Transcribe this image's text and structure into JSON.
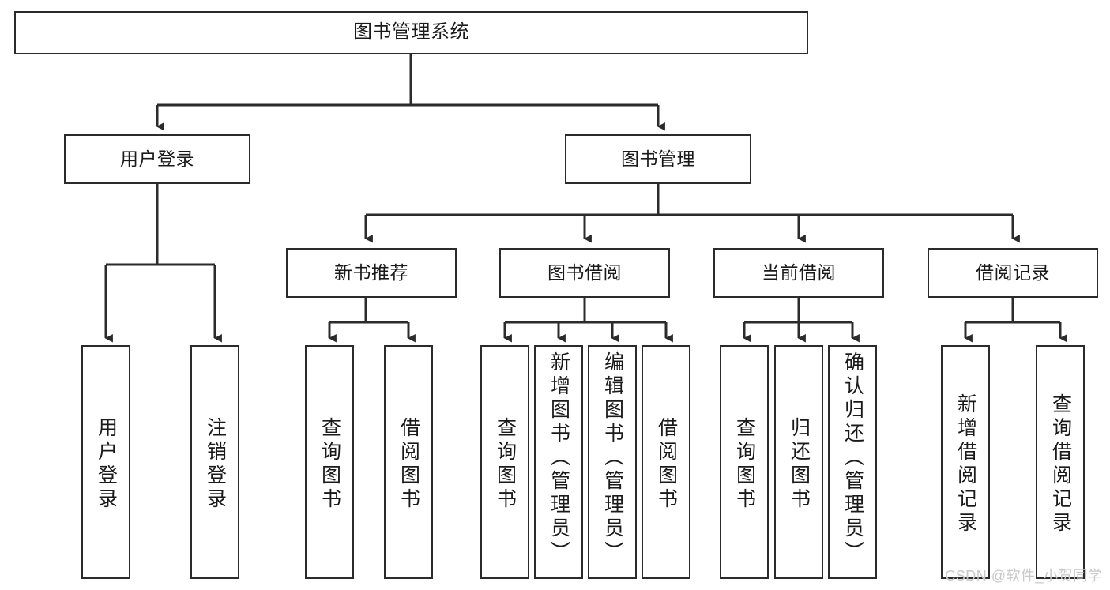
{
  "diagram": {
    "type": "tree",
    "title": "图书管理系统",
    "orientation": "top-down",
    "colors": {
      "box_border": "#2b2b2b",
      "box_fill": "#ffffff",
      "connector": "#2b2b2b",
      "text": "#1a1a1a",
      "watermark": "#c9c9c9"
    },
    "root": {
      "label": "图书管理系统"
    },
    "level2": [
      {
        "label": "用户登录"
      },
      {
        "label": "图书管理"
      }
    ],
    "level3": [
      {
        "label": "新书推荐"
      },
      {
        "label": "图书借阅"
      },
      {
        "label": "当前借阅"
      },
      {
        "label": "借阅记录"
      }
    ],
    "leaves": {
      "user_login": [
        {
          "label": "用户登录"
        },
        {
          "label": "注销登录"
        }
      ],
      "new_book_recommend": [
        {
          "label": "查询图书"
        },
        {
          "label": "借阅图书"
        }
      ],
      "book_borrow": [
        {
          "label": "查询图书"
        },
        {
          "label": "新增图书（管理员）"
        },
        {
          "label": "编辑图书（管理员）"
        },
        {
          "label": "借阅图书"
        }
      ],
      "current_borrow": [
        {
          "label": "查询图书"
        },
        {
          "label": "归还图书"
        },
        {
          "label": "确认归还（管理员）"
        }
      ],
      "borrow_record": [
        {
          "label": "新增借阅记录"
        },
        {
          "label": "查询借阅记录"
        }
      ]
    }
  },
  "watermark": {
    "text": "CSDN @软件_小贺同学"
  }
}
